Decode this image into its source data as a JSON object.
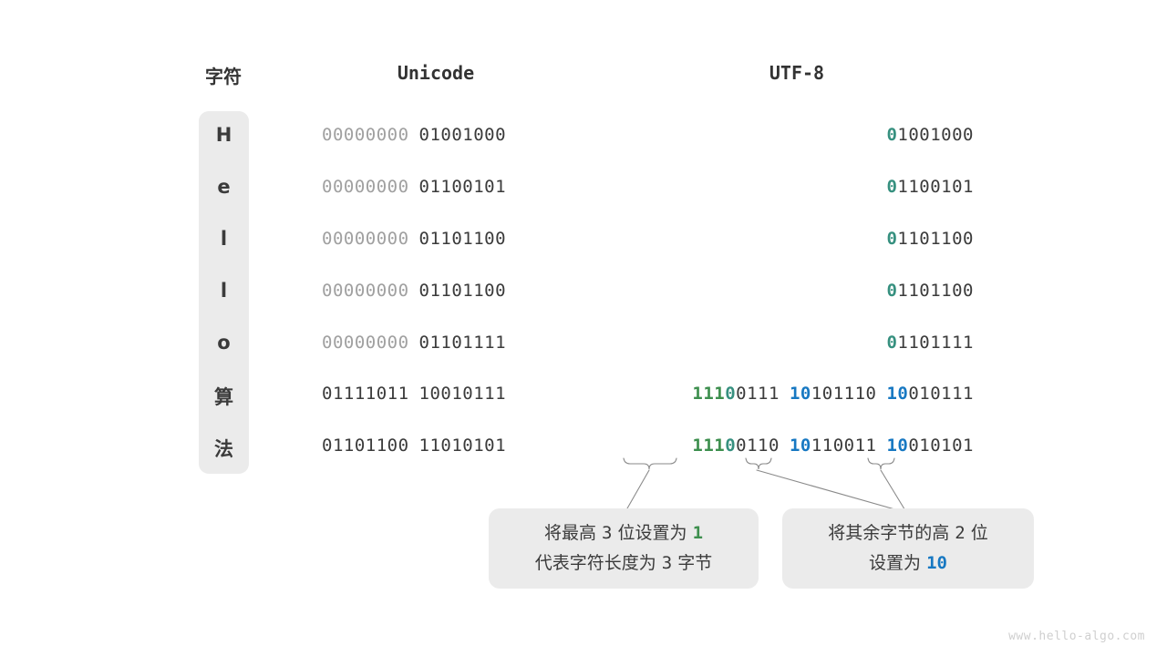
{
  "headers": {
    "char": "字符",
    "unicode": "Unicode",
    "utf8": "UTF-8"
  },
  "colors": {
    "panel_bg": "#ebebeb",
    "text_dark": "#3b3b3b",
    "pad_gray": "#a0a0a0",
    "green": "#3d8f4e",
    "teal": "#36907f",
    "blue": "#1778c2",
    "leader_line": "#8a8a8a",
    "watermark": "#cfcfcf"
  },
  "rows": [
    {
      "char": "H",
      "unicode_pad": "00000000",
      "unicode_main": "01001000",
      "utf8_bytes": [
        {
          "prefix": "0",
          "prefix_color": "teal",
          "rest": "1001000"
        }
      ]
    },
    {
      "char": "e",
      "unicode_pad": "00000000",
      "unicode_main": "01100101",
      "utf8_bytes": [
        {
          "prefix": "0",
          "prefix_color": "teal",
          "rest": "1100101"
        }
      ]
    },
    {
      "char": "l",
      "unicode_pad": "00000000",
      "unicode_main": "01101100",
      "utf8_bytes": [
        {
          "prefix": "0",
          "prefix_color": "teal",
          "rest": "1101100"
        }
      ]
    },
    {
      "char": "l",
      "unicode_pad": "00000000",
      "unicode_main": "01101100",
      "utf8_bytes": [
        {
          "prefix": "0",
          "prefix_color": "teal",
          "rest": "1101100"
        }
      ]
    },
    {
      "char": "o",
      "unicode_pad": "00000000",
      "unicode_main": "01101111",
      "utf8_bytes": [
        {
          "prefix": "0",
          "prefix_color": "teal",
          "rest": "1101111"
        }
      ]
    },
    {
      "char": "算",
      "unicode_pad": "01111011",
      "unicode_main": "10010111",
      "utf8_bytes": [
        {
          "prefix": "111",
          "prefix_color": "green",
          "prefix2": "0",
          "prefix2_color": "teal",
          "rest": "0111"
        },
        {
          "prefix": "10",
          "prefix_color": "blue",
          "rest": "101110"
        },
        {
          "prefix": "10",
          "prefix_color": "blue",
          "rest": "010111"
        }
      ]
    },
    {
      "char": "法",
      "unicode_pad": "01101100",
      "unicode_main": "11010101",
      "utf8_bytes": [
        {
          "prefix": "111",
          "prefix_color": "green",
          "prefix2": "0",
          "prefix2_color": "teal",
          "rest": "0110"
        },
        {
          "prefix": "10",
          "prefix_color": "blue",
          "rest": "110011"
        },
        {
          "prefix": "10",
          "prefix_color": "blue",
          "rest": "010101"
        }
      ]
    }
  ],
  "callouts": [
    {
      "id": "leading-bits",
      "line1_pre": "将最高",
      "line1_num": "3",
      "line1_mid": "位设置为",
      "line1_hl": "1",
      "line2_pre": "代表字符长度为",
      "line2_num": "3",
      "line2_post": "字节"
    },
    {
      "id": "continuation-bits",
      "line1_pre": "将其余字节的高",
      "line1_num": "2",
      "line1_post": "位",
      "line2_pre": "设置为",
      "line2_hl": "10"
    }
  ],
  "watermark": "www.hello-algo.com"
}
